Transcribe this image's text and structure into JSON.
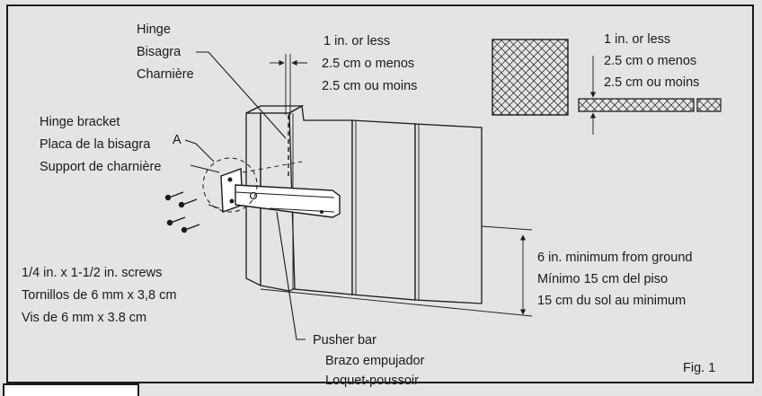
{
  "labels": {
    "hinge": [
      "Hinge",
      "Bisagra",
      "Charnière"
    ],
    "gap_top": [
      "1 in. or less",
      "2.5 cm o menos",
      "2.5 cm ou moins"
    ],
    "gap_side": [
      "1 in. or less",
      "2.5 cm o menos",
      "2.5 cm ou moins"
    ],
    "marker": "A",
    "hinge_bracket": [
      "Hinge bracket",
      "Placa de la bisagra",
      "Support de charnière"
    ],
    "screws": [
      "1/4 in. x 1-1/2 in. screws",
      "Tornillos de 6 mm x 3,8 cm",
      "Vis de 6 mm x 3.8 cm"
    ],
    "ground": [
      "6 in. minimum from ground",
      "Mínimo 15 cm del piso",
      "15 cm du sol au minimum"
    ],
    "pusher_bar": [
      "Pusher bar",
      "Brazo empujador",
      "Loquet-poussoir"
    ],
    "figure": "Fig. 1"
  },
  "colors": {
    "background": "#e4e4e4",
    "line": "#1a1a1a",
    "panel_fill": "#e4e4e4"
  }
}
